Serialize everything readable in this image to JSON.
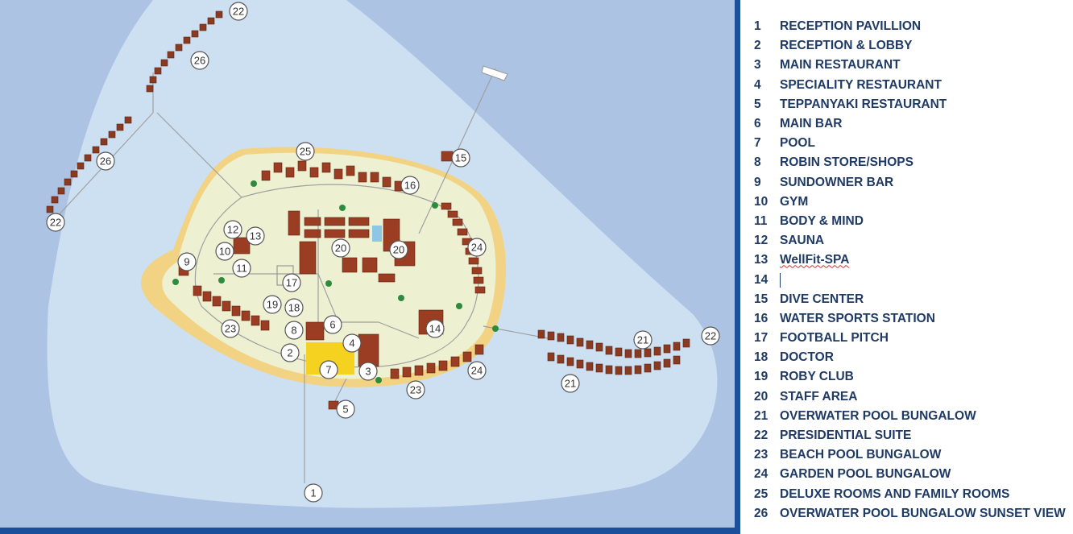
{
  "colors": {
    "ocean": "#adc3e3",
    "lagoon": "#cde0f2",
    "island": "#eef0d2",
    "beach": "#f2d383",
    "building": "#9a3d22",
    "pool": "#f4d21f",
    "legend_text": "#1f3a64",
    "frame": "#1a4f9c"
  },
  "map": {
    "markers": [
      "1",
      "2",
      "3",
      "4",
      "5",
      "6",
      "7",
      "8",
      "9",
      "10",
      "11",
      "12",
      "13",
      "14",
      "15",
      "16",
      "17",
      "18",
      "19",
      "20",
      "20",
      "21",
      "21",
      "22",
      "22",
      "22",
      "23",
      "23",
      "24",
      "24",
      "25",
      "26",
      "26"
    ]
  },
  "legend": [
    {
      "num": "1",
      "label": "RECEPTION PAVILLION"
    },
    {
      "num": "2",
      "label": "RECEPTION & LOBBY"
    },
    {
      "num": "3",
      "label": "MAIN RESTAURANT"
    },
    {
      "num": "4",
      "label": "SPECIALITY RESTAURANT"
    },
    {
      "num": "5",
      "label": "TEPPANYAKI RESTAURANT"
    },
    {
      "num": "6",
      "label": "MAIN BAR"
    },
    {
      "num": "7",
      "label": "POOL"
    },
    {
      "num": "8",
      "label": "ROBIN STORE/SHOPS"
    },
    {
      "num": "9",
      "label": "SUNDOWNER BAR"
    },
    {
      "num": "10",
      "label": "GYM"
    },
    {
      "num": "11",
      "label": "BODY & MIND"
    },
    {
      "num": "12",
      "label": "SAUNA"
    },
    {
      "num": "13",
      "label": "WellFit-SPA"
    },
    {
      "num": "14",
      "label": ""
    },
    {
      "num": "15",
      "label": "DIVE CENTER"
    },
    {
      "num": "16",
      "label": "WATER SPORTS STATION"
    },
    {
      "num": "17",
      "label": "FOOTBALL PITCH"
    },
    {
      "num": "18",
      "label": "DOCTOR"
    },
    {
      "num": "19",
      "label": "ROBY CLUB"
    },
    {
      "num": "20",
      "label": "STAFF AREA"
    },
    {
      "num": "21",
      "label": "OVERWATER POOL BUNGALOW"
    },
    {
      "num": "22",
      "label": "PRESIDENTIAL SUITE"
    },
    {
      "num": "23",
      "label": "BEACH POOL BUNGALOW"
    },
    {
      "num": "24",
      "label": "GARDEN POOL BUNGALOW"
    },
    {
      "num": "25",
      "label": "DELUXE ROOMS AND FAMILY ROOMS"
    },
    {
      "num": "26",
      "label": "OVERWATER POOL BUNGALOW SUNSET VIEW"
    }
  ]
}
